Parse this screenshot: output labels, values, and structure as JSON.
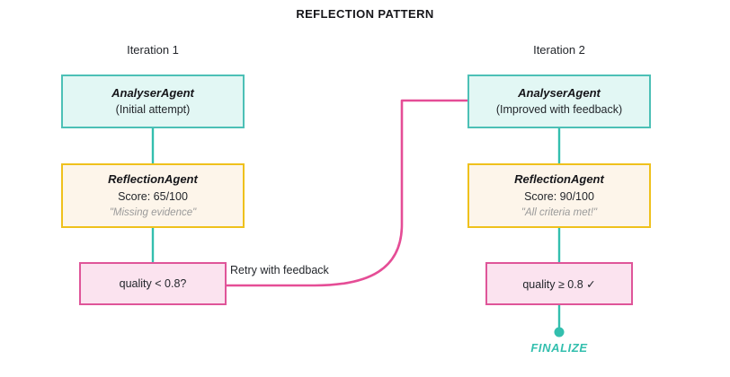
{
  "diagram": {
    "title": "REFLECTION PATTERN",
    "colors": {
      "teal_border": "#4cc0b6",
      "teal_fill": "#e2f7f4",
      "yellow_border": "#efc11c",
      "yellow_fill": "#fdf5ea",
      "pink_border": "#df5599",
      "pink_fill": "#fbe3ef",
      "teal_accent": "#33bfae",
      "pink_edge": "#e54d96",
      "quote_text": "#9a9a9a"
    },
    "columns": [
      {
        "label": "Iteration 1",
        "analyser": {
          "name": "AnalyserAgent",
          "subtitle": "(Initial attempt)"
        },
        "reflection": {
          "name": "ReflectionAgent",
          "score": "Score: 65/100",
          "quote": "\"Missing evidence\""
        },
        "gate": {
          "text": "quality < 0.8?"
        }
      },
      {
        "label": "Iteration 2",
        "analyser": {
          "name": "AnalyserAgent",
          "subtitle": "(Improved with feedback)"
        },
        "reflection": {
          "name": "ReflectionAgent",
          "score": "Score: 90/100",
          "quote": "\"All criteria met!\""
        },
        "gate": {
          "text": "quality ≥ 0.8 ✓"
        }
      }
    ],
    "edges": {
      "retry_label": "Retry with feedback"
    },
    "terminal": {
      "label": "FINALIZE"
    }
  }
}
